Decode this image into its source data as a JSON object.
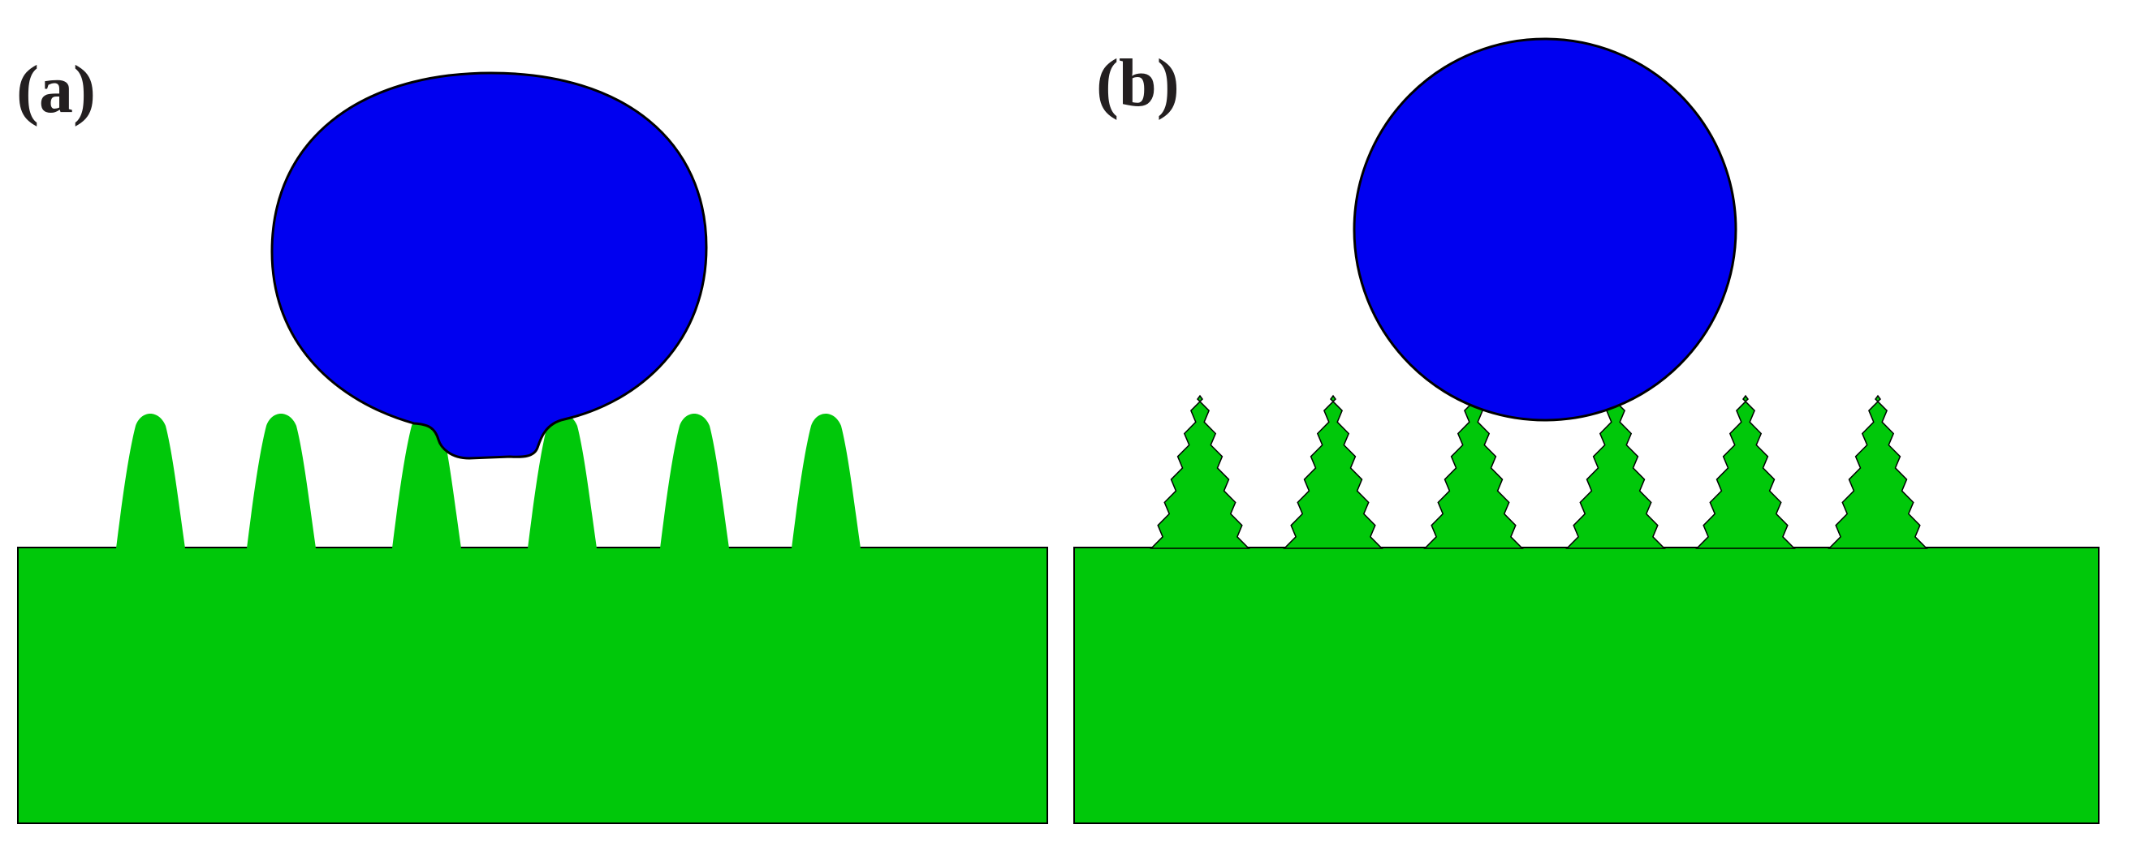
{
  "panels": [
    {
      "id": "a",
      "label": "(a)"
    },
    {
      "id": "b",
      "label": "(b)"
    }
  ],
  "colors": {
    "substrate": "#00c80a",
    "droplet": "#0000f0",
    "outline": "#000000",
    "background": "#ffffff",
    "label": "#231f20"
  }
}
